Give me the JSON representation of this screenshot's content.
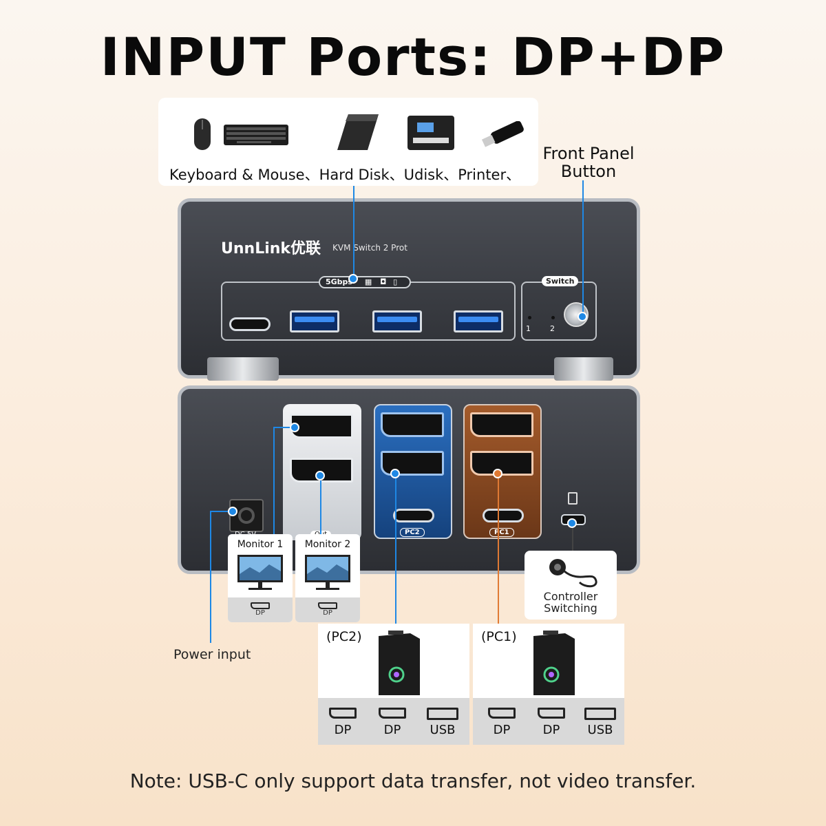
{
  "title": "INPUT Ports: DP+DP",
  "devices_label": "Keyboard & Mouse、Hard Disk、Udisk、Printer、",
  "front_panel": {
    "line1": "Front Panel",
    "line2": "Button"
  },
  "brand": {
    "name": "UnnLink",
    "cn": "优联",
    "model": "KVM Switch 2 Prot"
  },
  "front": {
    "speed_badge": "5Gbps",
    "switch_label": "Switch",
    "led_1": "1",
    "led_2": "2"
  },
  "back": {
    "dc_label": "DC 5V",
    "out_label": "Out",
    "pc2_label": "PC2",
    "pc1_label": "PC1"
  },
  "monitors": [
    {
      "name": "Monitor 1",
      "port": "DP"
    },
    {
      "name": "Monitor 2",
      "port": "DP"
    }
  ],
  "controller": {
    "line1": "Controller",
    "line2": "Switching"
  },
  "power_input": "Power input",
  "pcs": [
    {
      "name": "(PC2)",
      "ports": [
        "DP",
        "DP",
        "USB"
      ]
    },
    {
      "name": "(PC1)",
      "ports": [
        "DP",
        "DP",
        "USB"
      ]
    }
  ],
  "note": "Note: USB-C only support data transfer, not video transfer.",
  "colors": {
    "accent": "#1e88e5",
    "pc2_blue": "#1f5fa8",
    "pc1_brown": "#8a4a22",
    "out_silver": "#cfd3d8"
  }
}
